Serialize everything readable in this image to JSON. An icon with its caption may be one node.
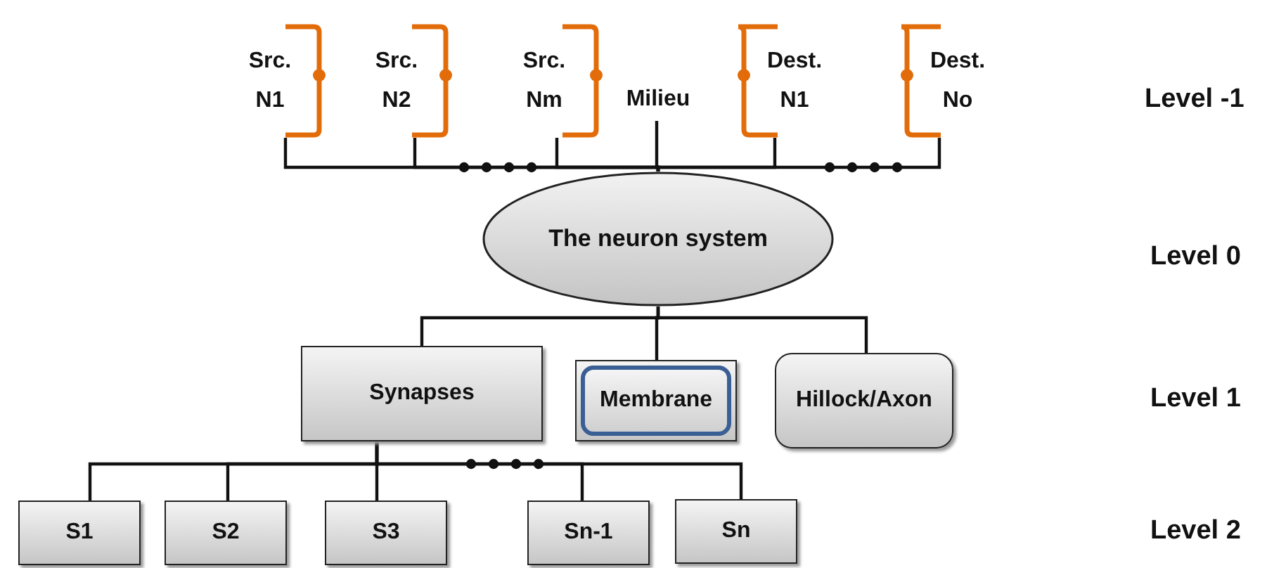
{
  "diagram": {
    "nodes": [
      {
        "text": [
          "Src. N1"
        ]
      },
      {
        "text": [
          "Src. N2"
        ]
      },
      {
        "text": [
          "Src. Nm"
        ]
      },
      {
        "text": [
          "Milieu"
        ]
      },
      {
        "text": [
          "Dest. N1"
        ]
      },
      {
        "text": [
          "Dest. No"
        ]
      },
      {
        "text": [
          "The neuron system"
        ]
      },
      {
        "text": [
          "Synapses"
        ]
      },
      {
        "text": [
          "Membrane"
        ]
      },
      {
        "text": [
          "Hillock/Axon"
        ]
      },
      {
        "text": [
          "S1"
        ]
      },
      {
        "text": [
          "S2"
        ]
      },
      {
        "text": [
          "S3"
        ]
      },
      {
        "text": [
          "Sn-1"
        ]
      },
      {
        "text": [
          "Sn"
        ]
      }
    ],
    "edges": [
      {
        "from": 0,
        "to": 6,
        "arrow": "none"
      },
      {
        "from": 1,
        "to": 6,
        "arrow": "none"
      },
      {
        "from": 2,
        "to": 6,
        "arrow": "none"
      },
      {
        "from": 3,
        "to": 6,
        "arrow": "none"
      },
      {
        "from": 4,
        "to": 6,
        "arrow": "none"
      },
      {
        "from": 5,
        "to": 6,
        "arrow": "none"
      },
      {
        "from": 6,
        "to": 7,
        "arrow": "none"
      },
      {
        "from": 6,
        "to": 8,
        "arrow": "none"
      },
      {
        "from": 6,
        "to": 9,
        "arrow": "none"
      },
      {
        "from": 7,
        "to": 10,
        "arrow": "none"
      },
      {
        "from": 7,
        "to": 11,
        "arrow": "none"
      },
      {
        "from": 7,
        "to": 12,
        "arrow": "none"
      },
      {
        "from": 7,
        "to": 13,
        "arrow": "none"
      },
      {
        "from": 7,
        "to": 14,
        "arrow": "none"
      }
    ],
    "labels": [
      "Level -1",
      "Level 0",
      "Level 1",
      "Level 2"
    ]
  }
}
